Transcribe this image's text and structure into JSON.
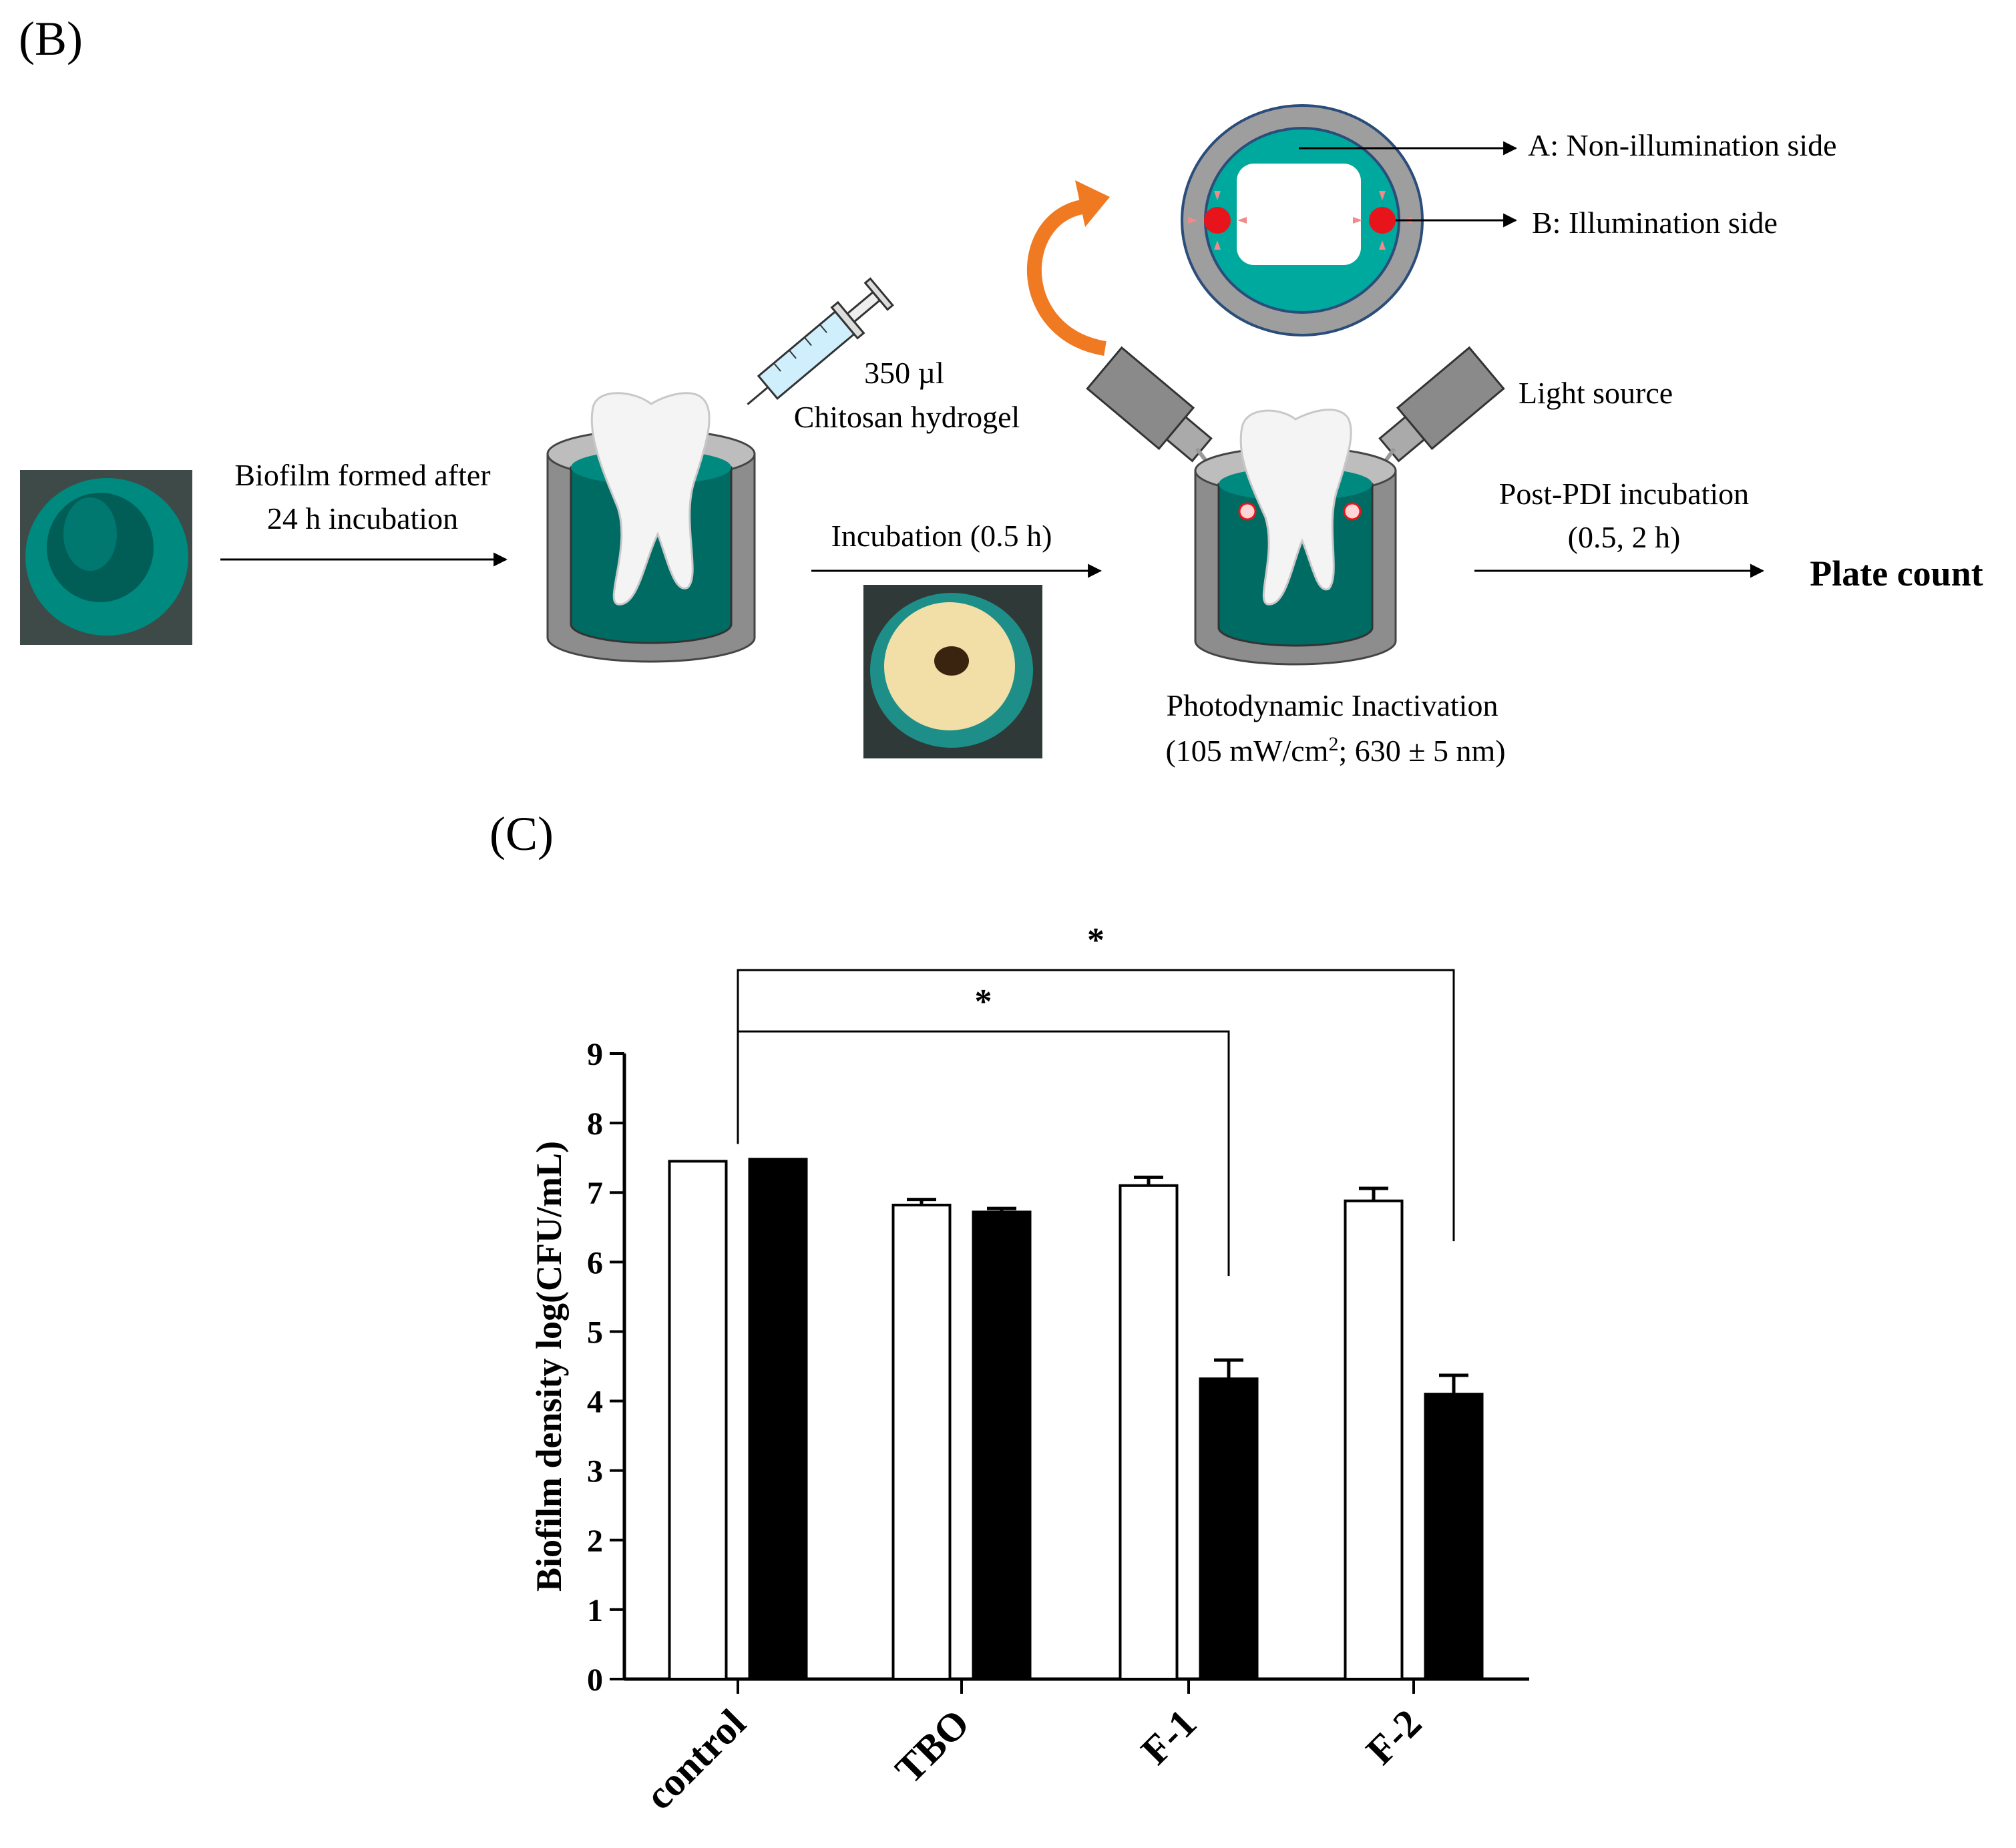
{
  "panel_b": {
    "label": "(B)",
    "step1": {
      "line1": "Biofilm formed after",
      "line2": "24 h incubation"
    },
    "syringe": {
      "line1": "350 µl",
      "line2": "Chitosan hydrogel"
    },
    "step2": {
      "label": "Incubation (0.5  h)"
    },
    "pdi": {
      "line1": "Photodynamic Inactivation",
      "line2_pre": "(105 mW/cm",
      "line2_sup": "2",
      "line2_post": "; 630 ± 5 nm)"
    },
    "light_source": "Light source",
    "side_a": "A: Non-illumination side",
    "side_b": "B: Illumination side",
    "post": {
      "line1": "Post-PDI incubation",
      "line2": "(0.5, 2  h)"
    },
    "result": "Plate count",
    "colors": {
      "teal": "#00a99d",
      "dark_teal": "#006b63",
      "gray": "#9e9e9e",
      "red": "#e8141b",
      "orange": "#f07a22"
    }
  },
  "panel_c": {
    "label": "(C)"
  },
  "chart_data": {
    "type": "bar",
    "categories": [
      "control",
      "TBO",
      "F-1",
      "F-2"
    ],
    "series": [
      {
        "fill": "#ffffff",
        "values": [
          7.45,
          6.82,
          7.1,
          6.88
        ],
        "errors": [
          0.0,
          0.08,
          0.12,
          0.18
        ]
      },
      {
        "fill": "#000000",
        "values": [
          7.48,
          6.72,
          4.32,
          4.1
        ],
        "errors": [
          0.0,
          0.05,
          0.27,
          0.27
        ]
      }
    ],
    "ylabel": "Biofilm density log(CFU/mL)",
    "ylim": [
      0,
      9
    ],
    "yticks": [
      "0",
      "1",
      "2",
      "3",
      "4",
      "5",
      "6",
      "7",
      "8",
      "9"
    ],
    "significance": [
      {
        "from": "control",
        "to": "F-1",
        "label": "*"
      },
      {
        "from": "control",
        "to": "F-2",
        "label": "*"
      }
    ]
  }
}
